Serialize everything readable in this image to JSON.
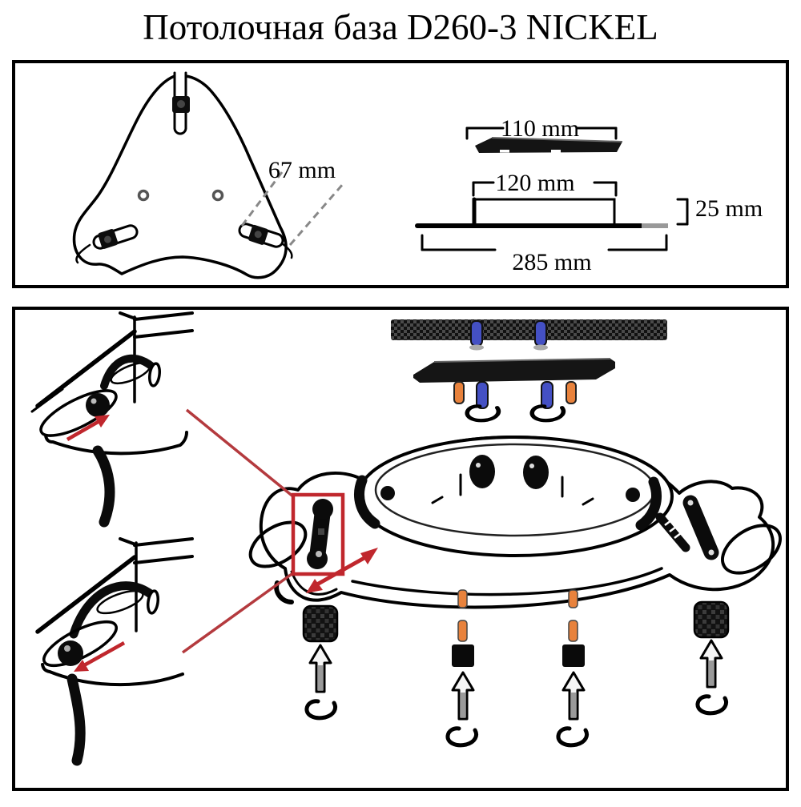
{
  "title": "Потолочная база D260-3 NICKEL",
  "colors": {
    "highlight_red": "#c0272d",
    "connector_red": "#b43a3e",
    "screw_blue": "#4450c4",
    "anchor_orange": "#e8823c",
    "line_black": "#000000"
  },
  "dimensions": {
    "plan_view": {
      "slot_length": "67 mm"
    },
    "side_view": {
      "bracket_width": "110 mm",
      "canopy_width": "120 mm",
      "canopy_height": "25 mm",
      "canopy_diameter": "285 mm"
    }
  }
}
